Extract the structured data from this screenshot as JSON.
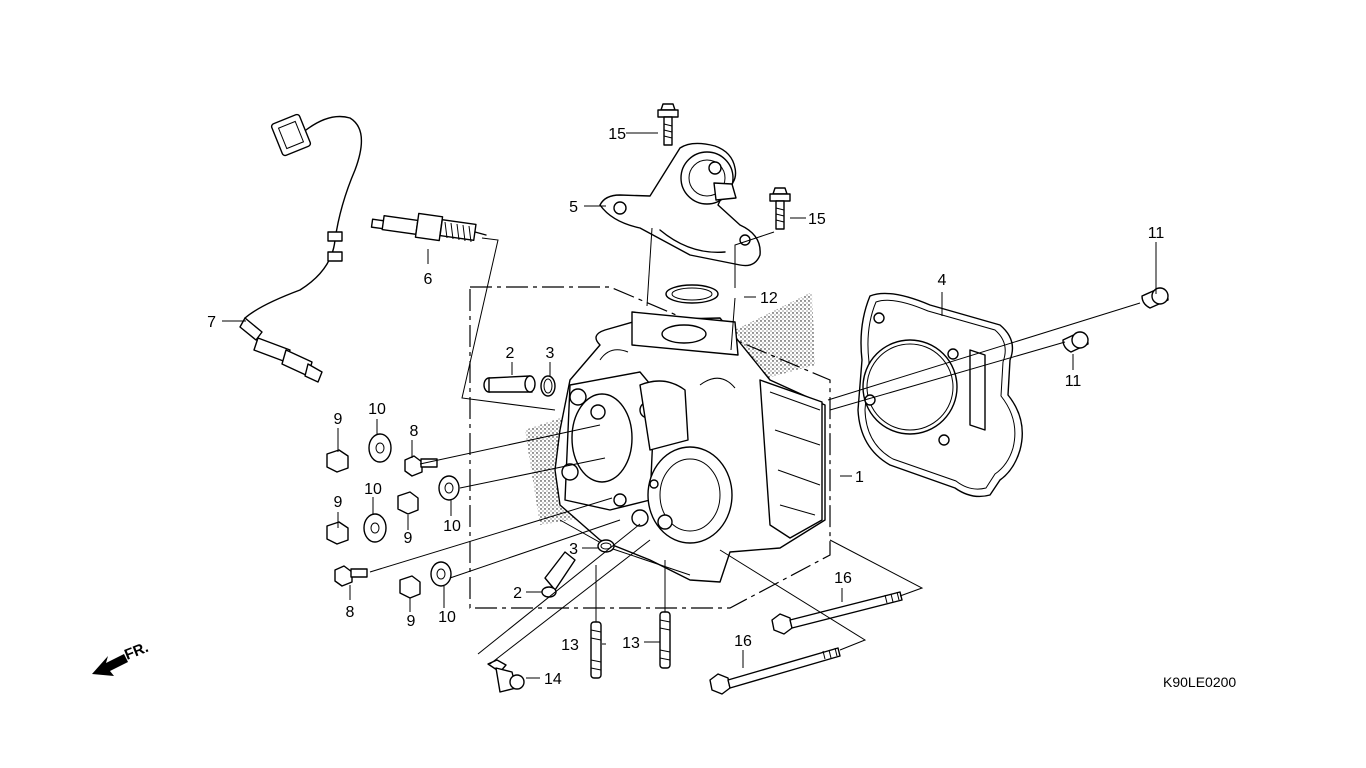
{
  "diagram": {
    "labels": {
      "l1": "1",
      "l2a": "2",
      "l2b": "2",
      "l3a": "3",
      "l3b": "3",
      "l4": "4",
      "l5": "5",
      "l6": "6",
      "l7": "7",
      "l8a": "8",
      "l8b": "8",
      "l9a": "9",
      "l9b": "9",
      "l9c": "9",
      "l9d": "9",
      "l10a": "10",
      "l10b": "10",
      "l10c": "10",
      "l10d": "10",
      "l11a": "11",
      "l11b": "11",
      "l12": "12",
      "l13a": "13",
      "l13b": "13",
      "l14": "14",
      "l15a": "15",
      "l15b": "15",
      "l16a": "16",
      "l16b": "16"
    },
    "direction_label": "FR.",
    "code": "K90LE0200"
  }
}
